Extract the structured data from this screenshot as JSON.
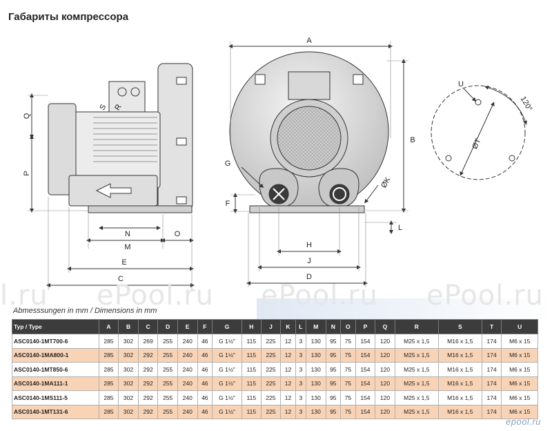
{
  "title": "Габариты компрессора",
  "drawing": {
    "side_labels": {
      "Q": "Q",
      "P": "P",
      "S": "S",
      "R": "R",
      "N": "N",
      "M": "M",
      "O": "O",
      "E": "E",
      "C": "C"
    },
    "front_labels": {
      "A": "A",
      "B": "B",
      "G": "G",
      "F": "F",
      "H": "H",
      "J": "J",
      "D": "D",
      "K": "ØK",
      "L": "L"
    },
    "flange_labels": {
      "U": "U",
      "T": "ØT",
      "angle": "120°"
    }
  },
  "watermarks": [
    "l.ru",
    "ePool.ru",
    "ePool.ru",
    "ePool.ru"
  ],
  "caption": "Abmesssungen in mm / Dimensions in mm",
  "table": {
    "headers": [
      "Typ / Type",
      "A",
      "B",
      "C",
      "D",
      "E",
      "F",
      "G",
      "H",
      "J",
      "K",
      "L",
      "M",
      "N",
      "O",
      "P",
      "Q",
      "R",
      "S",
      "T",
      "U"
    ],
    "rows": [
      [
        "ASC0140-1MT700-6",
        "285",
        "302",
        "269",
        "255",
        "240",
        "46",
        "G 1½\"",
        "115",
        "225",
        "12",
        "3",
        "130",
        "95",
        "75",
        "154",
        "120",
        "M25 x 1,5",
        "M16 x 1,5",
        "174",
        "M6 x 15"
      ],
      [
        "ASC0140-1MA800-1",
        "285",
        "302",
        "292",
        "255",
        "240",
        "46",
        "G 1½\"",
        "115",
        "225",
        "12",
        "3",
        "130",
        "95",
        "75",
        "154",
        "120",
        "M25 x 1,5",
        "M16 x 1,5",
        "174",
        "M6 x 15"
      ],
      [
        "ASC0140-1MT850-6",
        "285",
        "302",
        "292",
        "255",
        "240",
        "46",
        "G 1½\"",
        "115",
        "225",
        "12",
        "3",
        "130",
        "95",
        "75",
        "154",
        "120",
        "M25 x 1,5",
        "M16 x 1,5",
        "174",
        "M6 x 15"
      ],
      [
        "ASC0140-1MA111-1",
        "285",
        "302",
        "292",
        "255",
        "240",
        "46",
        "G 1½\"",
        "115",
        "225",
        "12",
        "3",
        "130",
        "95",
        "75",
        "154",
        "120",
        "M25 x 1,5",
        "M16 x 1,5",
        "174",
        "M6 x 15"
      ],
      [
        "ASC0140-1MS111-5",
        "285",
        "302",
        "292",
        "255",
        "240",
        "46",
        "G 1½\"",
        "115",
        "225",
        "12",
        "3",
        "130",
        "95",
        "75",
        "154",
        "120",
        "M25 x 1,5",
        "M16 x 1,5",
        "174",
        "M6 x 15"
      ],
      [
        "ASC0140-1MT131-6",
        "285",
        "302",
        "292",
        "255",
        "240",
        "46",
        "G 1½\"",
        "115",
        "225",
        "12",
        "3",
        "130",
        "95",
        "75",
        "154",
        "120",
        "M25 x 1,5",
        "M16 x 1,5",
        "174",
        "M6 x 15"
      ]
    ]
  },
  "logo": "epool.ru",
  "colors": {
    "header_bg": "#3c3c3c",
    "row_alt": "#f9d3b6",
    "drawing_stroke": "#333333",
    "body_fill": "#dcdcdc"
  }
}
